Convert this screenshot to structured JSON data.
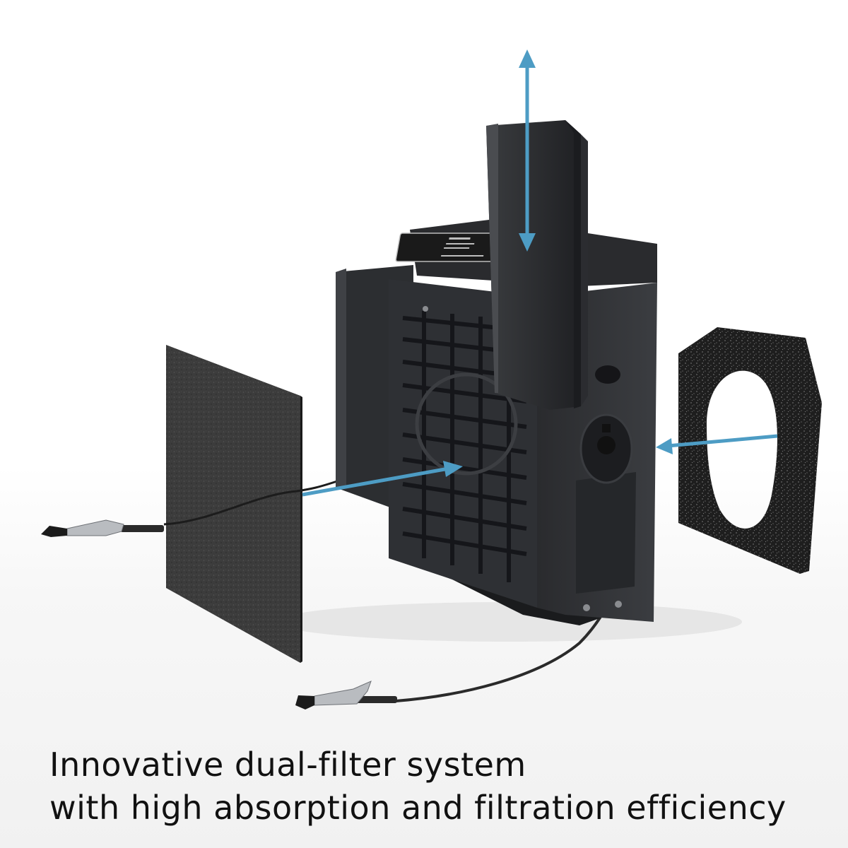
{
  "caption": {
    "line1": "Innovative dual-filter system",
    "line2": "with high absorption and filtration efficiency"
  },
  "colors": {
    "background": "#ffffff",
    "arrow": "#4d9cc4",
    "device_body": "#2b2d30",
    "filter_sponge": "#3b3b3b",
    "caption_text": "#111111"
  },
  "icons": {
    "up_down_arrow": "double-headed vertical arrow",
    "insert_arrows": "single-headed arrows pointing into the unit"
  }
}
